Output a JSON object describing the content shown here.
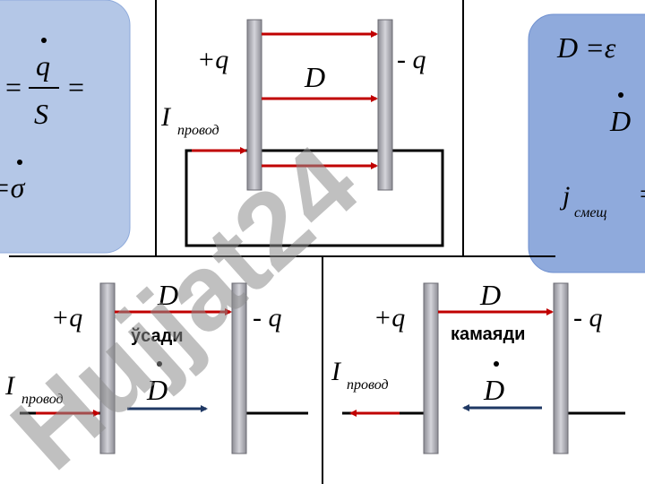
{
  "watermark": "Hujjat24",
  "colors": {
    "panel_fill": "#b4c7e7",
    "panel_fill_right": "#8faadc",
    "plate_fill": "#b0b0b8",
    "field_arrow": "#c00000",
    "ddot_arrow": "#1f3864",
    "watermark_pink": "#f4b6d2",
    "watermark_dark": "#595959"
  },
  "left_panel": {
    "eq_sign_1": "=",
    "q": "q",
    "s": "S",
    "eq_sign_2": "=",
    "sigma_expr": "=σ"
  },
  "right_panel": {
    "d_eq": "D =ε",
    "d_dot": "D",
    "j_letter": "j",
    "j_sub": "смещ",
    "j_eq": "="
  },
  "top_diagram": {
    "plus_q": "+q",
    "minus_q": "- q",
    "d": "D",
    "i_letter": "I",
    "i_sub": "провод"
  },
  "bottom_left": {
    "d": "D",
    "plus_q": "+q",
    "minus_q": "- q",
    "label": "ўсади",
    "i_letter": "I",
    "i_sub": "провод",
    "d_dot": "D"
  },
  "bottom_right": {
    "plus_q": "+q",
    "d": "D",
    "minus_q": "- q",
    "label": "камаяди",
    "i_letter": "I",
    "i_sub": "провод",
    "d_dot": "D"
  }
}
